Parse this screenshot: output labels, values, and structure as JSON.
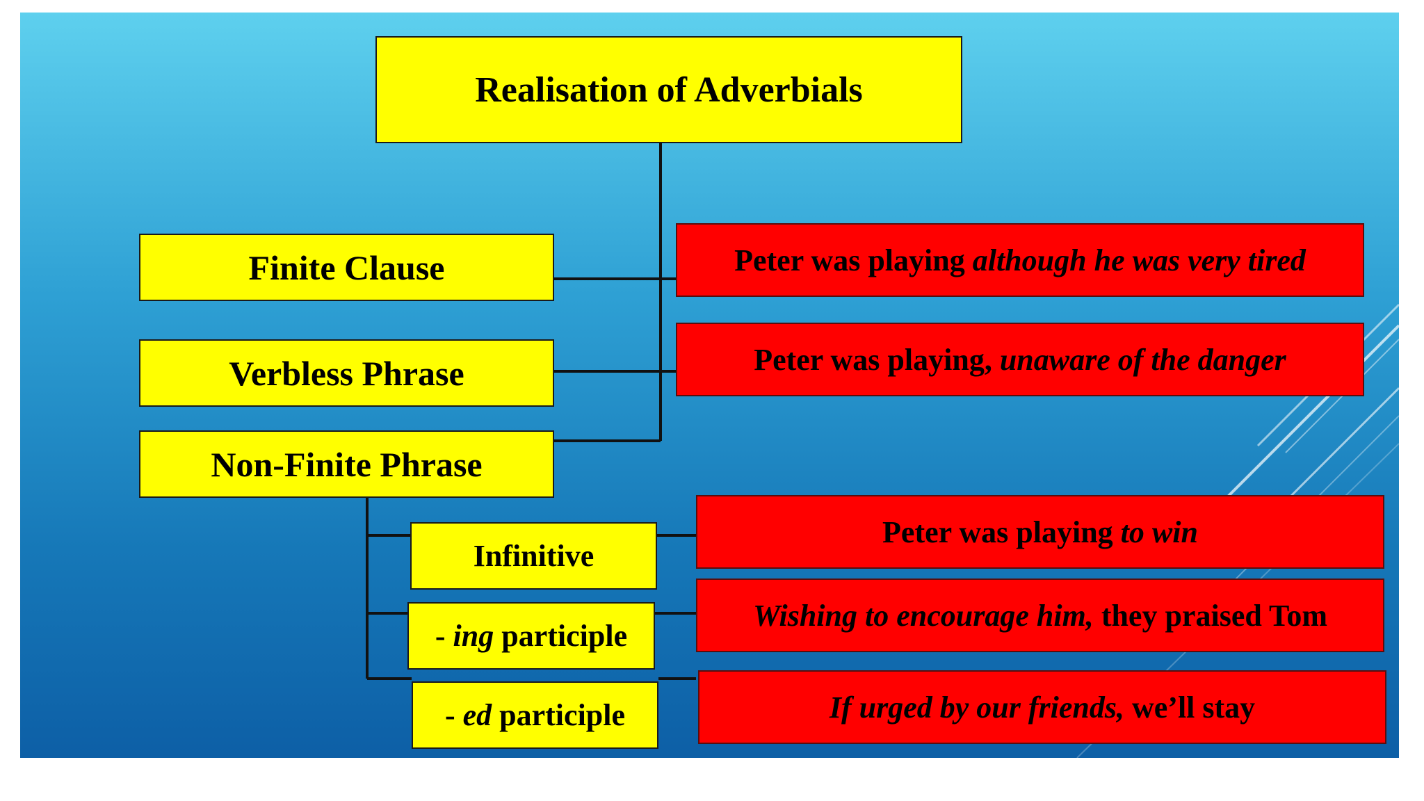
{
  "diagram": {
    "title": "Realisation of Adverbials",
    "categories": {
      "finite_clause": "Finite Clause",
      "verbless_phrase": "Verbless Phrase",
      "non_finite_phrase": "Non-Finite Phrase"
    },
    "subtypes": {
      "infinitive": "Infinitive",
      "ing_prefix": "- ",
      "ing_italic": "ing",
      "ing_rest": " participle",
      "ed_prefix": "- ",
      "ed_italic": "ed",
      "ed_rest": " participle"
    },
    "examples": {
      "finite": {
        "plain": "Peter was playing ",
        "italic": "although he was very tired"
      },
      "verbless": {
        "plain": "Peter was playing, ",
        "italic": "unaware of the danger"
      },
      "infinitive": {
        "plain": "Peter was playing ",
        "italic": "to win"
      },
      "ing": {
        "italic": "Wishing to encourage him,",
        "plain": " they praised Tom"
      },
      "ed": {
        "italic": "If urged by our friends,",
        "plain": " we’ll stay"
      }
    }
  },
  "colors": {
    "yellow_box": "#ffff00",
    "red_box": "#ff0000",
    "connector": "#111111"
  }
}
